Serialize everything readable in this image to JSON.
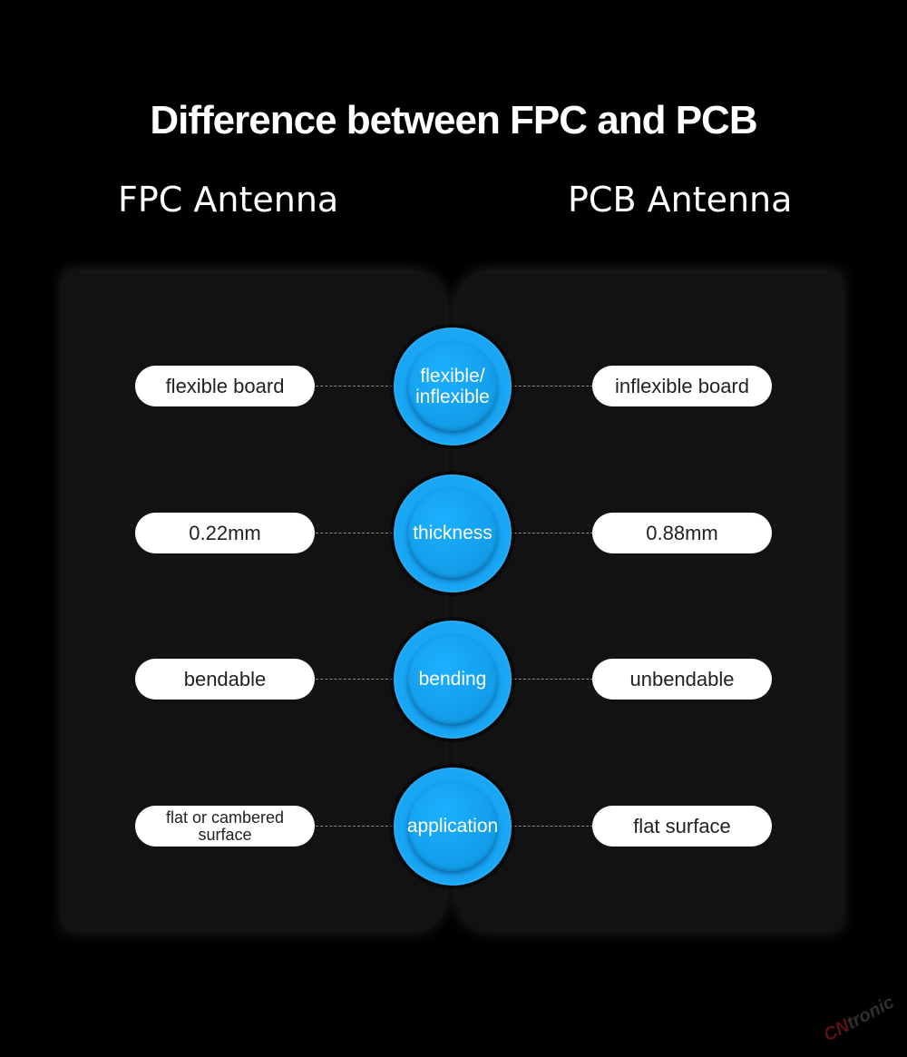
{
  "title": "Difference between FPC and PCB",
  "columns": {
    "left": "FPC Antenna",
    "right": "PCB Antenna"
  },
  "rows": [
    {
      "center": "flexible/ inflexible",
      "left": "flexible board",
      "right": "inflexible board"
    },
    {
      "center": "thickness",
      "left": "0.22mm",
      "right": "0.88mm"
    },
    {
      "center": "bending",
      "left": "bendable",
      "right": "unbendable"
    },
    {
      "center": "application",
      "left": "flat or cambered surface",
      "right": "flat surface"
    }
  ],
  "watermark": {
    "a": "CN",
    "b": "tronic"
  },
  "colors": {
    "accent": "#18a6f5",
    "background": "#000000",
    "panel": "#121212",
    "pill": "#ffffff"
  }
}
